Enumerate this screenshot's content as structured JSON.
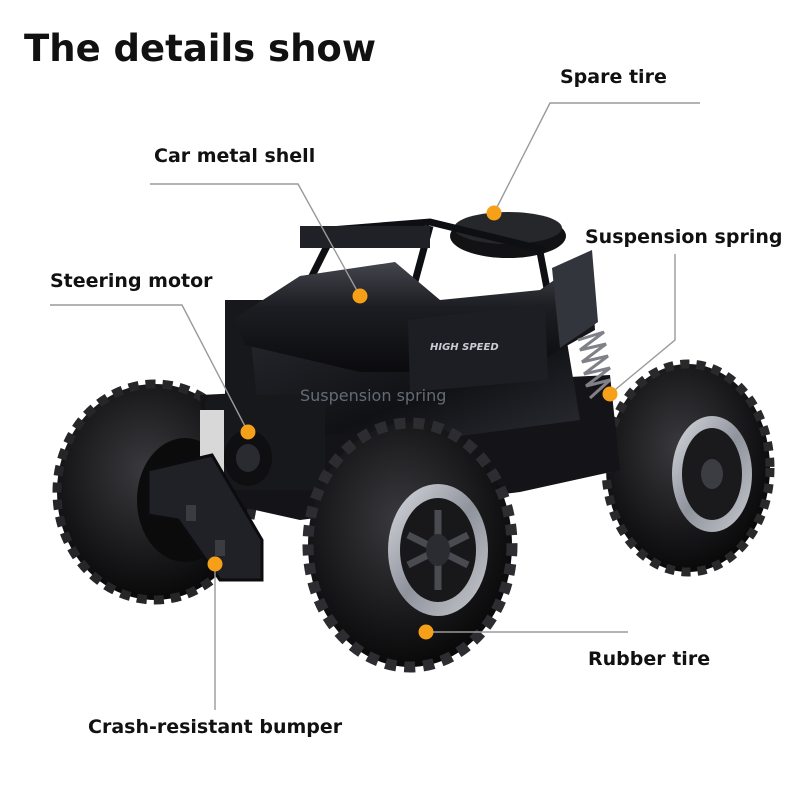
{
  "title": "The details show",
  "car_badge": "HIGH SPEED",
  "overlay_text": "Suspension spring",
  "accent_color": "#f6a01a",
  "callouts": {
    "spare_tire": "Spare tire",
    "car_metal_shell": "Car metal shell",
    "suspension_spring": "Suspension spring",
    "steering_motor": "Steering motor",
    "rubber_tire": "Rubber tire",
    "crash_resistant_bumper": "Crash-resistant bumper"
  }
}
